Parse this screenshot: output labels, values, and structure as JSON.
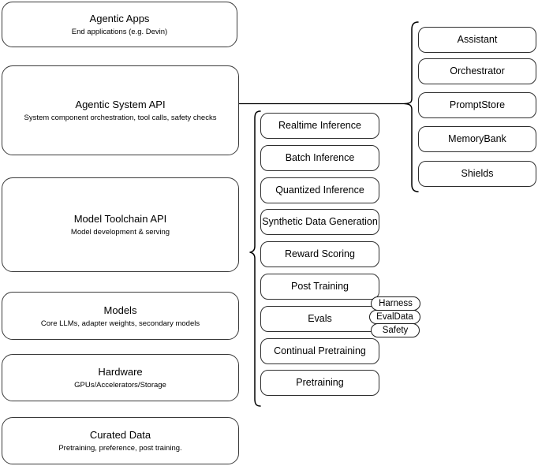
{
  "diagram": {
    "title_text": "",
    "background_color": "#ffffff",
    "stroke_color": "#3a3a3a"
  },
  "layers": [
    {
      "name": "agentic-apps",
      "title": "Agentic Apps",
      "subtitle": "End applications (e.g. Devin)"
    },
    {
      "name": "agentic-system-api",
      "title": "Agentic System API",
      "subtitle": "System component orchestration, tool calls, safety checks"
    },
    {
      "name": "model-toolchain-api",
      "title": "Model Toolchain API",
      "subtitle": "Model development & serving"
    },
    {
      "name": "models",
      "title": "Models",
      "subtitle": "Core LLMs, adapter weights, secondary models"
    },
    {
      "name": "hardware",
      "title": "Hardware",
      "subtitle": "GPUs/Accelerators/Storage"
    },
    {
      "name": "curated-data",
      "title": "Curated Data",
      "subtitle": "Pretraining, preference, post training."
    }
  ],
  "toolchain_capabilities": [
    {
      "name": "realtime-inference",
      "label": "Realtime Inference"
    },
    {
      "name": "batch-inference",
      "label": "Batch Inference"
    },
    {
      "name": "quantized-inference",
      "label": "Quantized Inference"
    },
    {
      "name": "synthetic-data-generation",
      "label": "Synthetic Data Generation"
    },
    {
      "name": "reward-scoring",
      "label": "Reward Scoring"
    },
    {
      "name": "post-training",
      "label": "Post Training"
    },
    {
      "name": "evals",
      "label": "Evals"
    },
    {
      "name": "continual-pretraining",
      "label": "Continual Pretraining"
    },
    {
      "name": "pretraining",
      "label": "Pretraining"
    }
  ],
  "evals_tags": [
    {
      "name": "harness",
      "label": "Harness"
    },
    {
      "name": "evaldata",
      "label": "EvalData"
    },
    {
      "name": "safety",
      "label": "Safety"
    }
  ],
  "agentic_components": [
    {
      "name": "assistant",
      "label": "Assistant"
    },
    {
      "name": "orchestrator",
      "label": "Orchestrator"
    },
    {
      "name": "promptstore",
      "label": "PromptStore"
    },
    {
      "name": "memorybank",
      "label": "MemoryBank"
    },
    {
      "name": "shields",
      "label": "Shields"
    }
  ]
}
